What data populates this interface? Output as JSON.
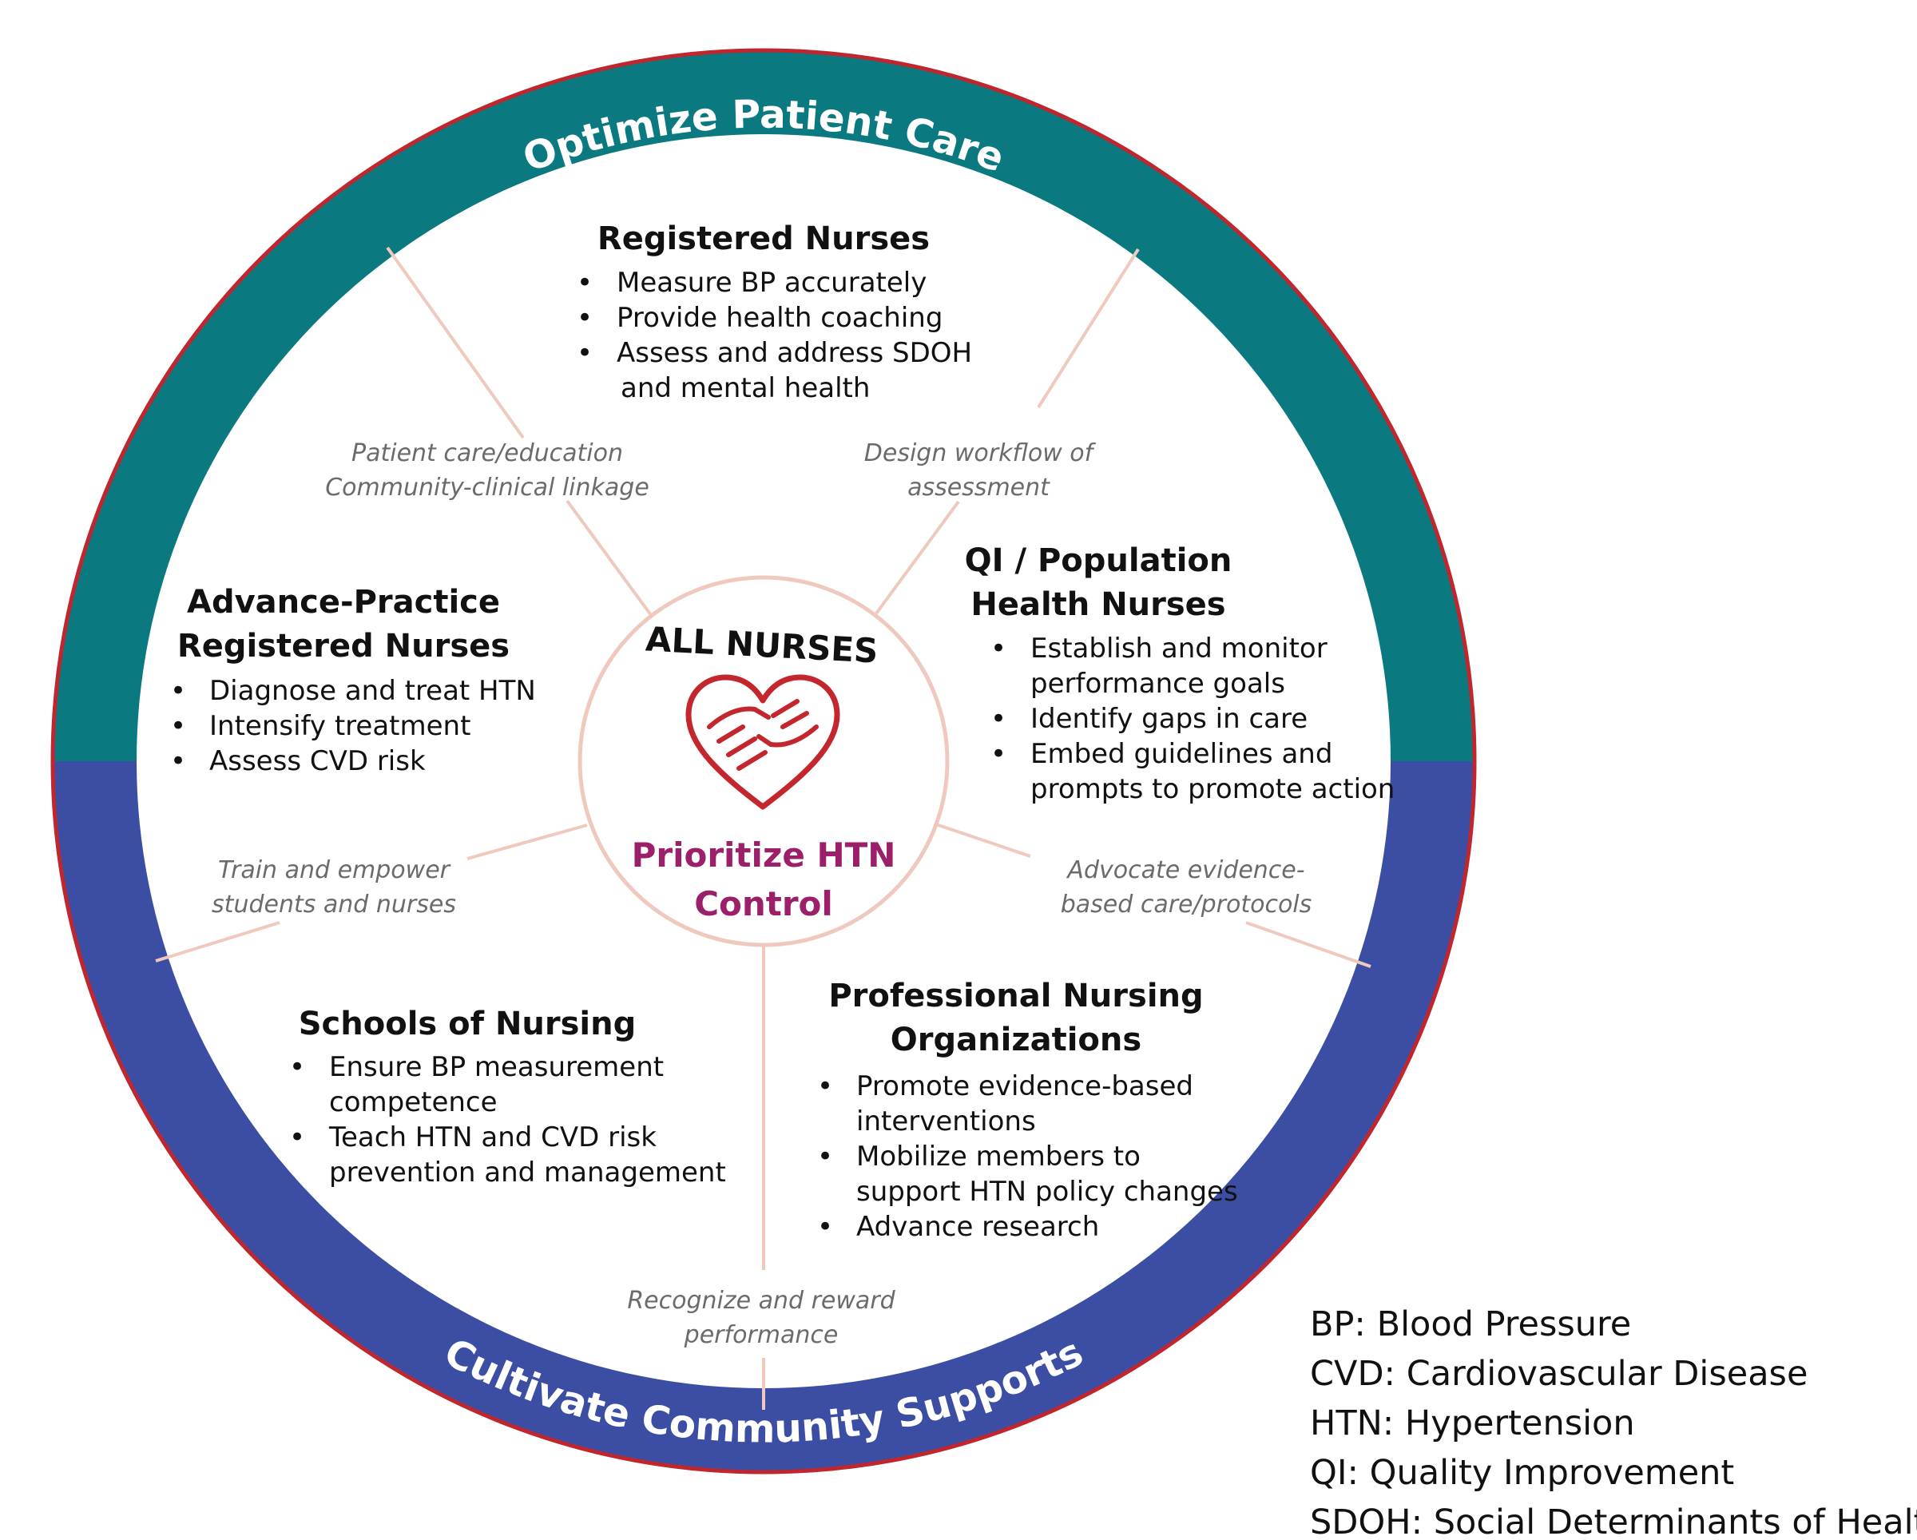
{
  "colors": {
    "ring_top": "#0a7a80",
    "ring_bottom": "#3b4ea3",
    "ring_outline": "#c0262d",
    "spoke": "#efc9bd",
    "heart": "#c4262e",
    "center_subtitle": "#9c1f6a",
    "connector_text": "#6b6b6b"
  },
  "ring": {
    "top_label": "Optimize Patient Care",
    "bottom_label": "Cultivate Community Supports"
  },
  "center": {
    "title": "ALL NURSES",
    "icon": "heart-hands-icon",
    "subtitle_line1": "Prioritize HTN",
    "subtitle_line2": "Control"
  },
  "segments": {
    "registered_nurses": {
      "heading": "Registered Nurses",
      "bullets": [
        "Measure BP accurately",
        "Provide health coaching",
        "Assess and address SDOH"
      ],
      "continuation": "and mental health"
    },
    "qi_population": {
      "heading_line1": "QI / Population",
      "heading_line2": "Health Nurses",
      "bullets": [
        [
          "Establish and monitor",
          "performance goals"
        ],
        [
          "Identify gaps in care"
        ],
        [
          "Embed guidelines and",
          "prompts to promote action"
        ]
      ]
    },
    "professional_orgs": {
      "heading_line1": "Professional Nursing",
      "heading_line2": "Organizations",
      "bullets": [
        [
          "Promote evidence-based",
          "interventions"
        ],
        [
          "Mobilize members to",
          "support HTN policy changes"
        ],
        [
          "Advance research"
        ]
      ]
    },
    "schools": {
      "heading": "Schools of Nursing",
      "bullets": [
        [
          "Ensure BP measurement",
          "competence"
        ],
        [
          "Teach HTN and CVD risk",
          "prevention and management"
        ]
      ]
    },
    "aprn": {
      "heading_line1": "Advance-Practice",
      "heading_line2": "Registered Nurses",
      "bullets": [
        "Diagnose and treat HTN",
        "Intensify treatment",
        "Assess CVD risk"
      ]
    }
  },
  "connectors": {
    "patient_care": [
      "Patient care/education",
      "Community-clinical linkage"
    ],
    "design_workflow": [
      "Design workflow of",
      "assessment"
    ],
    "advocate": [
      "Advocate evidence-",
      "based care/protocols"
    ],
    "recognize": [
      "Recognize and reward",
      "performance"
    ],
    "train": [
      "Train and empower",
      "students and nurses"
    ]
  },
  "legend": [
    "BP: Blood Pressure",
    "CVD: Cardiovascular Disease",
    "HTN: Hypertension",
    "QI: Quality Improvement",
    "SDOH: Social Determinants of Health"
  ]
}
